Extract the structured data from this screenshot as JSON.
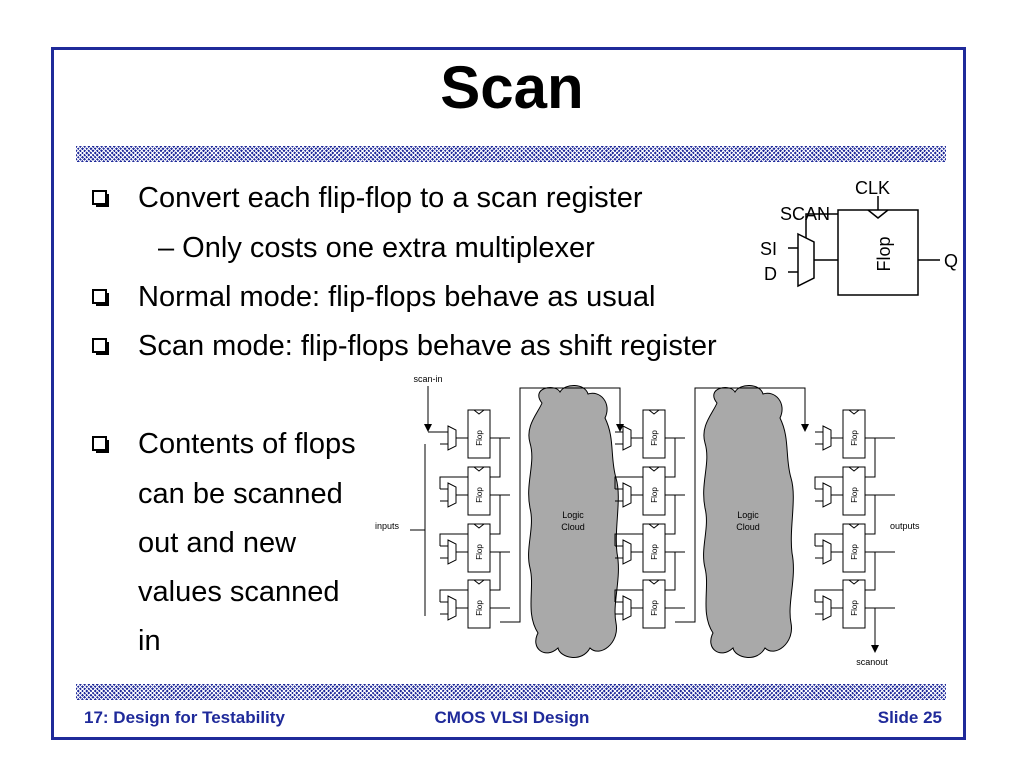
{
  "slide": {
    "title": "Scan",
    "bullets": [
      "Convert each flip-flop to a scan register",
      "Normal mode: flip-flops behave as usual",
      "Scan mode: flip-flops behave as shift register",
      "Contents of flops"
    ],
    "sub_bullet": "– Only costs one extra multiplexer",
    "continuation_lines": [
      "can be scanned",
      "out and new",
      "values scanned",
      "in"
    ],
    "colors": {
      "frame": "#1f2a9a",
      "footer_text": "#1f2a9a",
      "cloud": "#a9a9a9"
    }
  },
  "scan_flop": {
    "clk": "CLK",
    "scan": "SCAN",
    "si": "SI",
    "d": "D",
    "q": "Q",
    "flop": "Flop"
  },
  "scan_chain": {
    "scan_in": "scan-in",
    "inputs": "inputs",
    "outputs": "outputs",
    "scanout": "scanout",
    "cloud_line1": "Logic",
    "cloud_line2": "Cloud",
    "flop": "Flop"
  },
  "footer": {
    "left": "17: Design for Testability",
    "center": "CMOS VLSI Design",
    "right": "Slide 25"
  }
}
